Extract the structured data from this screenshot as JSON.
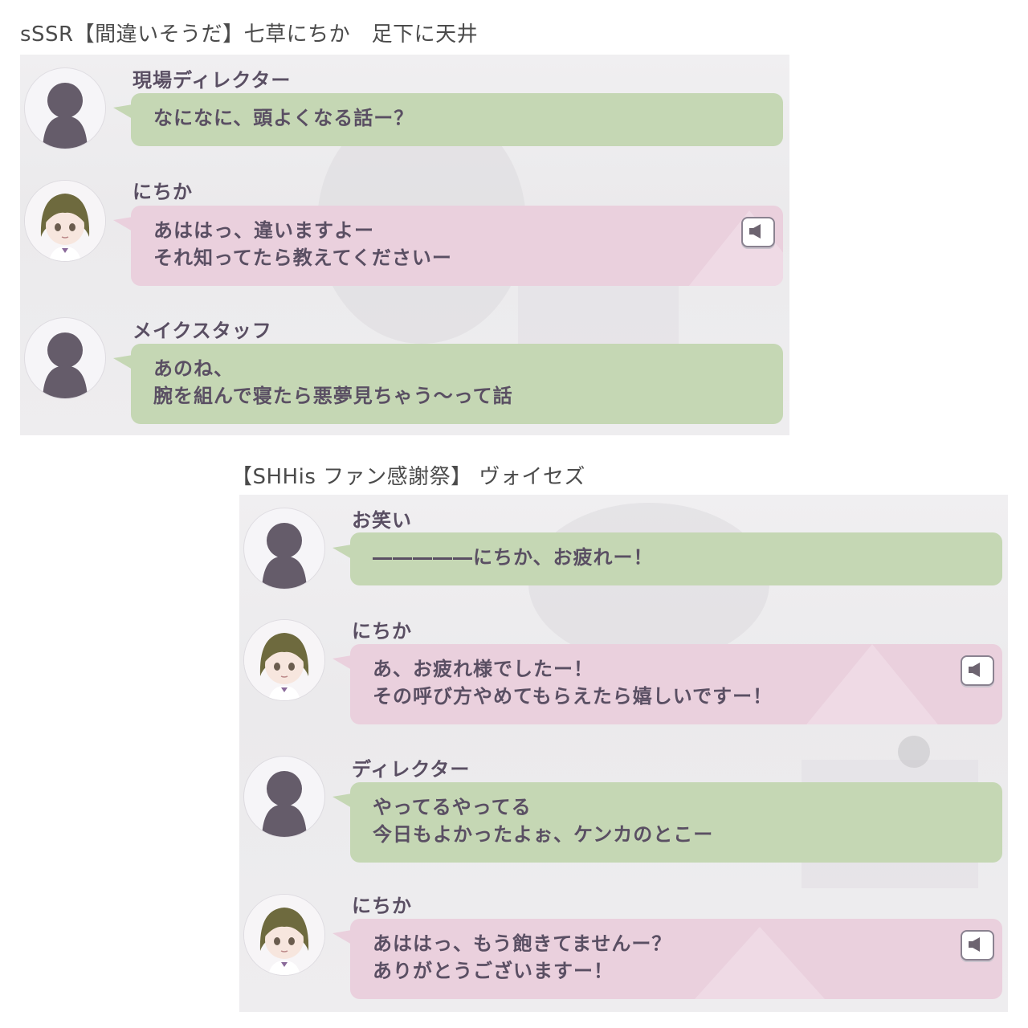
{
  "titles": {
    "first": "sSSR【間違いそうだ】七草にちか　足下に天井",
    "second": "【SHHis ファン感謝祭】 ヴォイセズ"
  },
  "colors": {
    "green_bubble": "#c5d7b4",
    "pink_bubble": "#ead0dd",
    "speaker_text": "#5a4f63",
    "panel_bg": "#eeedef"
  },
  "panel1": {
    "messages": [
      {
        "speaker": "現場ディレクター",
        "avatar": "silhouette-icon",
        "lines": [
          "なになに、頭よくなる話ー？"
        ],
        "color": "green"
      },
      {
        "speaker": "にちか",
        "avatar": "nichika-avatar",
        "lines": [
          "あははっ、違いますよー",
          "それ知ってたら教えてくださいー"
        ],
        "color": "pink",
        "voice_icon": "speaker-icon"
      },
      {
        "speaker": "メイクスタッフ",
        "avatar": "silhouette-icon",
        "lines": [
          "あのね、",
          "腕を組んで寝たら悪夢見ちゃう～って話"
        ],
        "color": "green"
      }
    ]
  },
  "panel2": {
    "messages": [
      {
        "speaker": "お笑い",
        "avatar": "silhouette-icon",
        "lines": [
          "―――――にちか、お疲れー！"
        ],
        "color": "green"
      },
      {
        "speaker": "にちか",
        "avatar": "nichika-avatar",
        "lines": [
          "あ、お疲れ様でしたー！",
          "その呼び方やめてもらえたら嬉しいですー！"
        ],
        "color": "pink",
        "voice_icon": "speaker-icon"
      },
      {
        "speaker": "ディレクター",
        "avatar": "silhouette-icon",
        "lines": [
          "やってるやってる",
          "今日もよかったよぉ、ケンカのとこー"
        ],
        "color": "green"
      },
      {
        "speaker": "にちか",
        "avatar": "nichika-avatar",
        "lines": [
          "あははっ、もう飽きてませんー？",
          "ありがとうございますー！"
        ],
        "color": "pink",
        "voice_icon": "speaker-icon"
      }
    ]
  }
}
